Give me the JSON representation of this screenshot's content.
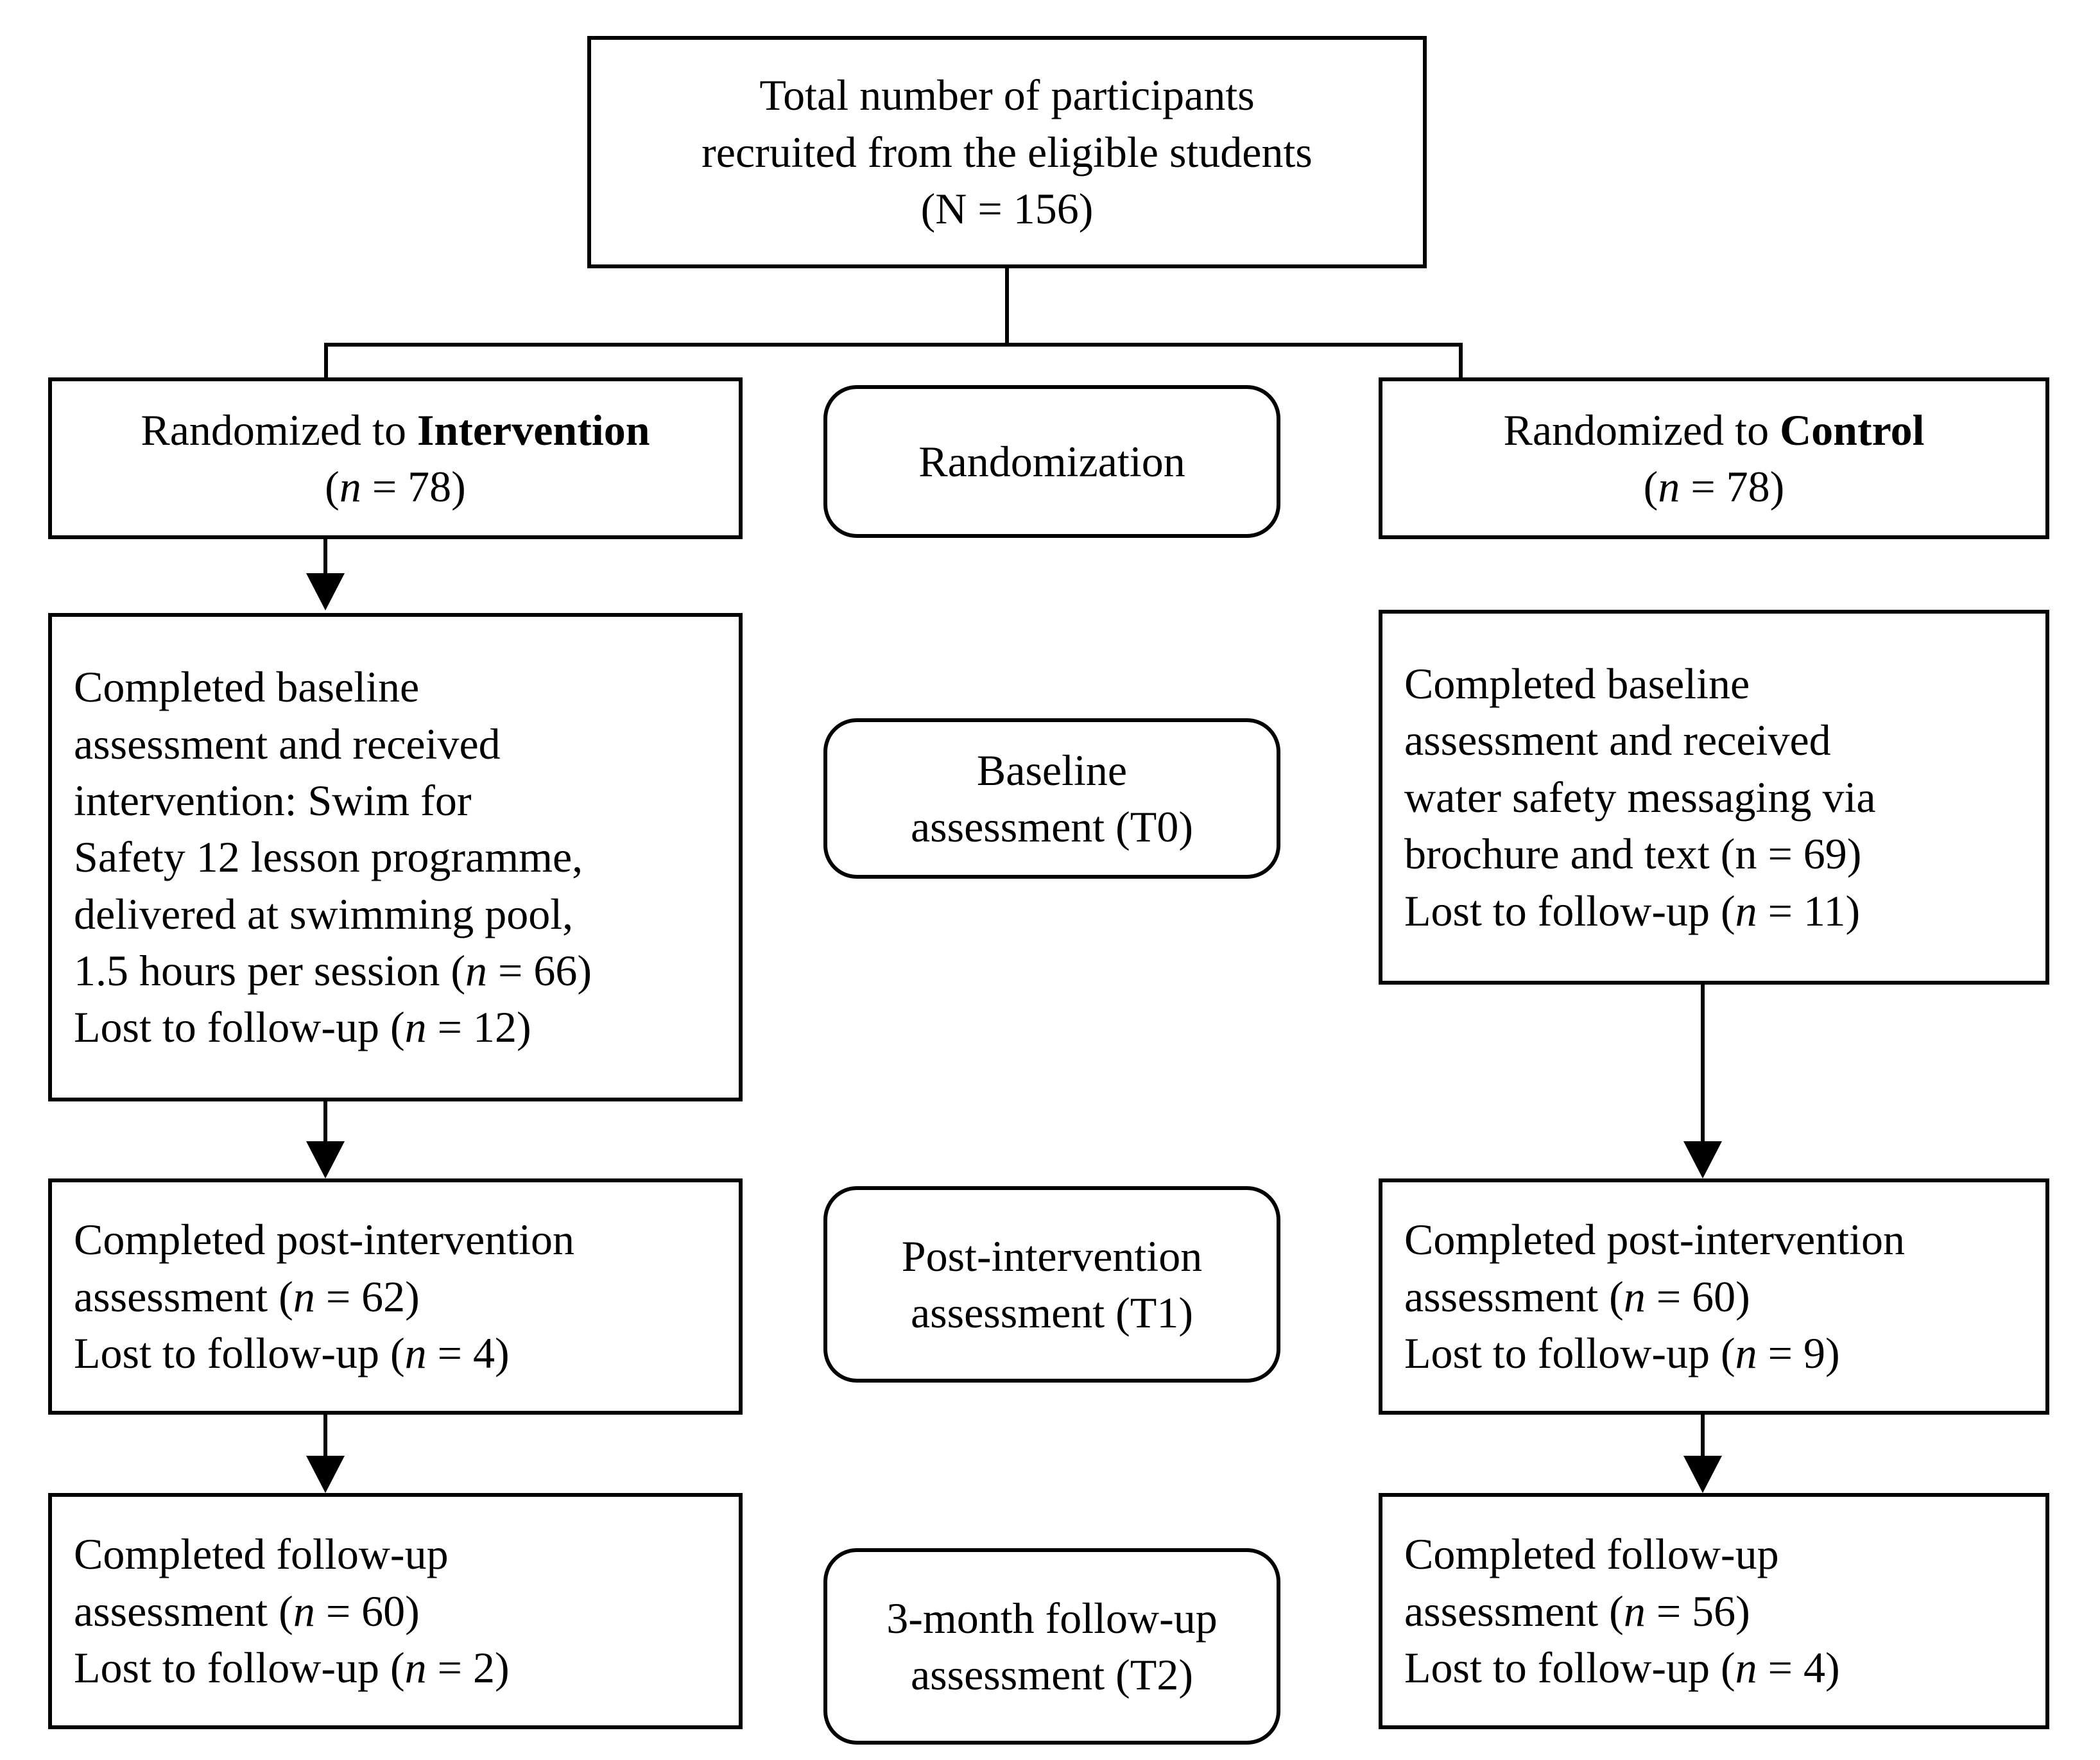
{
  "figure": {
    "type": "consort-flow-diagram",
    "title": "CONSORT participant flow diagram"
  },
  "nodes": {
    "total_recruited": {
      "shape": "rectangle",
      "lines": [
        "Total number of participants",
        "recruited from the eligible students",
        "(N = 156)"
      ],
      "n_label": "N = 156",
      "n_value": 156
    },
    "randomization_stage": {
      "shape": "rounded-rectangle",
      "lines": [
        "Randomization"
      ]
    },
    "randomized_intervention": {
      "shape": "rectangle",
      "line1_prefix": "Randomized to ",
      "line1_bold": "Intervention",
      "line2_open": "(",
      "line2_italic_n": "n",
      "line2_rest": " = 78)",
      "n_value": 78
    },
    "randomized_control": {
      "shape": "rectangle",
      "line1_prefix": "Randomized to ",
      "line1_bold": "Control",
      "line2_open": "(",
      "line2_italic_n": "n",
      "line2_rest": " = 78)",
      "n_value": 78
    },
    "baseline_stage": {
      "shape": "rounded-rectangle",
      "line1": "Baseline",
      "line2": "assessment (T0)",
      "timepoint": "T0"
    },
    "intervention_baseline": {
      "shape": "rectangle",
      "line1": "Completed baseline",
      "line2": "assessment and received",
      "line3": "intervention: Swim for",
      "line4": "Safety 12 lesson programme,",
      "line5": "delivered at swimming pool,",
      "line6_pre": "1.5 hours per session (",
      "line6_italic_n": "n",
      "line6_post": " = 66)",
      "line7_pre": "Lost to follow-up (",
      "line7_italic_n": "n",
      "line7_post": " = 12)",
      "completed_n": 66,
      "lost_n": 12
    },
    "control_baseline": {
      "shape": "rectangle",
      "line1": "Completed baseline",
      "line2": "assessment and received",
      "line3": "water safety messaging via",
      "line4_plain": "brochure and text (n = 69)",
      "line5_pre": "Lost to follow-up (",
      "line5_italic_n": "n",
      "line5_post": " = 11)",
      "completed_n": 69,
      "lost_n": 11
    },
    "post_stage": {
      "shape": "rounded-rectangle",
      "line1": "Post-intervention",
      "line2": "assessment (T1)",
      "timepoint": "T1"
    },
    "intervention_post": {
      "shape": "rectangle",
      "line1": "Completed post-intervention",
      "line2_pre": "assessment (",
      "line2_italic_n": "n",
      "line2_post": " = 62)",
      "line3_pre": "Lost to follow-up (",
      "line3_italic_n": "n",
      "line3_post": " = 4)",
      "completed_n": 62,
      "lost_n": 4
    },
    "control_post": {
      "shape": "rectangle",
      "line1": "Completed post-intervention",
      "line2_pre": "assessment (",
      "line2_italic_n": "n",
      "line2_post": " = 60)",
      "line3_pre": "Lost to follow-up (",
      "line3_italic_n": "n",
      "line3_post": " = 9)",
      "completed_n": 60,
      "lost_n": 9
    },
    "followup_stage": {
      "shape": "rounded-rectangle",
      "line1": "3-month follow-up",
      "line2": "assessment (T2)",
      "timepoint": "T2"
    },
    "intervention_followup": {
      "shape": "rectangle",
      "line1": "Completed follow-up",
      "line2_pre": "assessment (",
      "line2_italic_n": "n",
      "line2_post": " = 60)",
      "line3_pre": "Lost to follow-up (",
      "line3_italic_n": "n",
      "line3_post": " = 2)",
      "completed_n": 60,
      "lost_n": 2
    },
    "control_followup": {
      "shape": "rectangle",
      "line1": "Completed follow-up",
      "line2_pre": "assessment (",
      "line2_italic_n": "n",
      "line2_post": " = 56)",
      "line3_pre": "Lost to follow-up (",
      "line3_italic_n": "n",
      "line3_post": " = 4)",
      "completed_n": 56,
      "lost_n": 4
    }
  },
  "colors": {
    "stroke": "#000000",
    "fill": "#ffffff",
    "text": "#000000"
  }
}
